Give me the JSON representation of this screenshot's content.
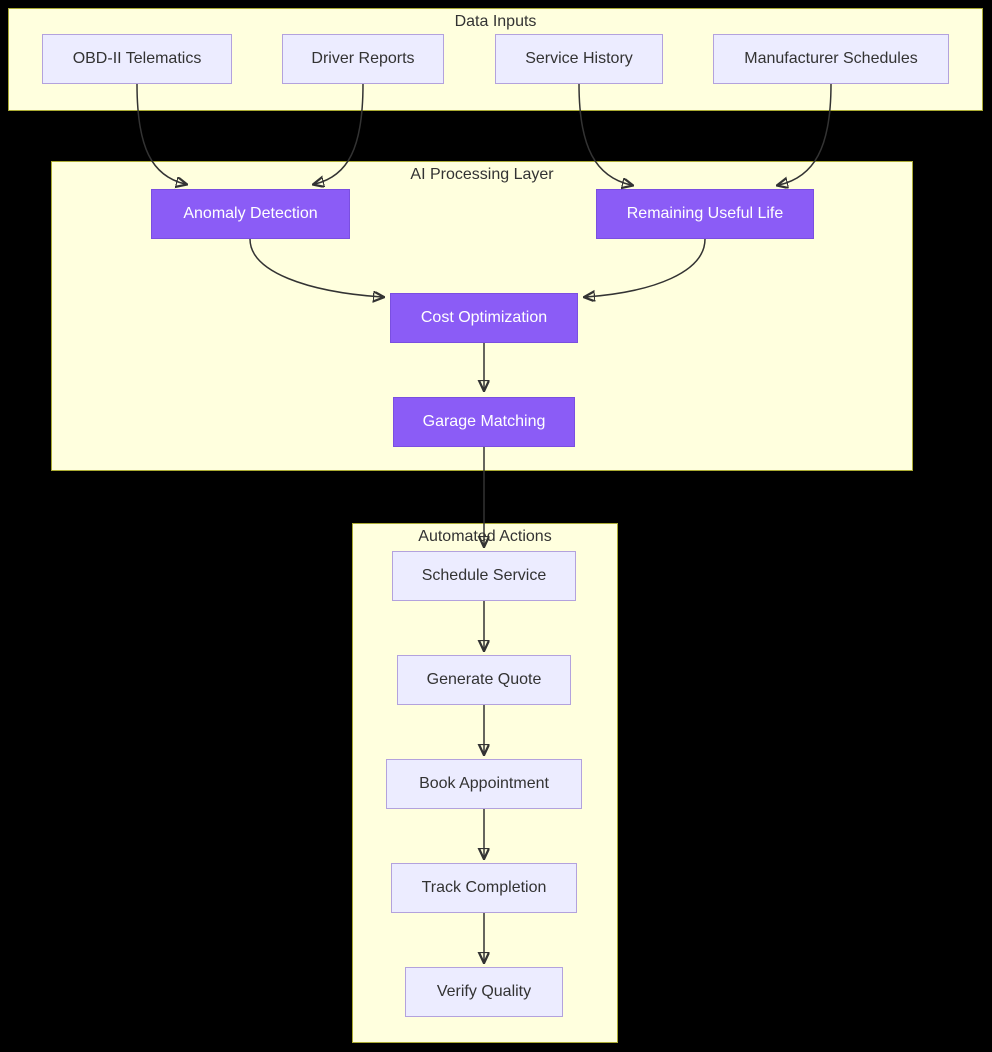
{
  "diagram": {
    "type": "flowchart",
    "colors": {
      "background": "#000000",
      "cluster_fill": "#ffffde",
      "cluster_border": "#aaaa33",
      "node_fill": "#ECECFF",
      "node_border": "#b3a2dd",
      "ai_node_fill": "#8B5CF6",
      "ai_node_border": "#7a4fe0",
      "node_text": "#333333",
      "ai_node_text": "#ffffff",
      "edge_color": "#333333"
    },
    "clusters": {
      "data_inputs": {
        "label": "Data Inputs"
      },
      "ai_processing": {
        "label": "AI Processing Layer"
      },
      "automated_actions": {
        "label": "Automated Actions"
      }
    },
    "nodes": {
      "obd": {
        "label": "OBD-II Telematics"
      },
      "driver_reports": {
        "label": "Driver Reports"
      },
      "service_history": {
        "label": "Service History"
      },
      "manufacturer_schedules": {
        "label": "Manufacturer Schedules"
      },
      "anomaly_detection": {
        "label": "Anomaly Detection"
      },
      "rul": {
        "label": "Remaining Useful Life"
      },
      "cost_optimization": {
        "label": "Cost Optimization"
      },
      "garage_matching": {
        "label": "Garage Matching"
      },
      "schedule_service": {
        "label": "Schedule Service"
      },
      "generate_quote": {
        "label": "Generate Quote"
      },
      "book_appointment": {
        "label": "Book Appointment"
      },
      "track_completion": {
        "label": "Track Completion"
      },
      "verify_quality": {
        "label": "Verify Quality"
      }
    },
    "edges": [
      {
        "from": "OBD-II Telematics",
        "to": "Anomaly Detection"
      },
      {
        "from": "Driver Reports",
        "to": "Anomaly Detection"
      },
      {
        "from": "Service History",
        "to": "Remaining Useful Life"
      },
      {
        "from": "Manufacturer Schedules",
        "to": "Remaining Useful Life"
      },
      {
        "from": "Anomaly Detection",
        "to": "Cost Optimization"
      },
      {
        "from": "Remaining Useful Life",
        "to": "Cost Optimization"
      },
      {
        "from": "Cost Optimization",
        "to": "Garage Matching"
      },
      {
        "from": "Garage Matching",
        "to": "Schedule Service"
      },
      {
        "from": "Schedule Service",
        "to": "Generate Quote"
      },
      {
        "from": "Generate Quote",
        "to": "Book Appointment"
      },
      {
        "from": "Book Appointment",
        "to": "Track Completion"
      },
      {
        "from": "Track Completion",
        "to": "Verify Quality"
      }
    ]
  }
}
